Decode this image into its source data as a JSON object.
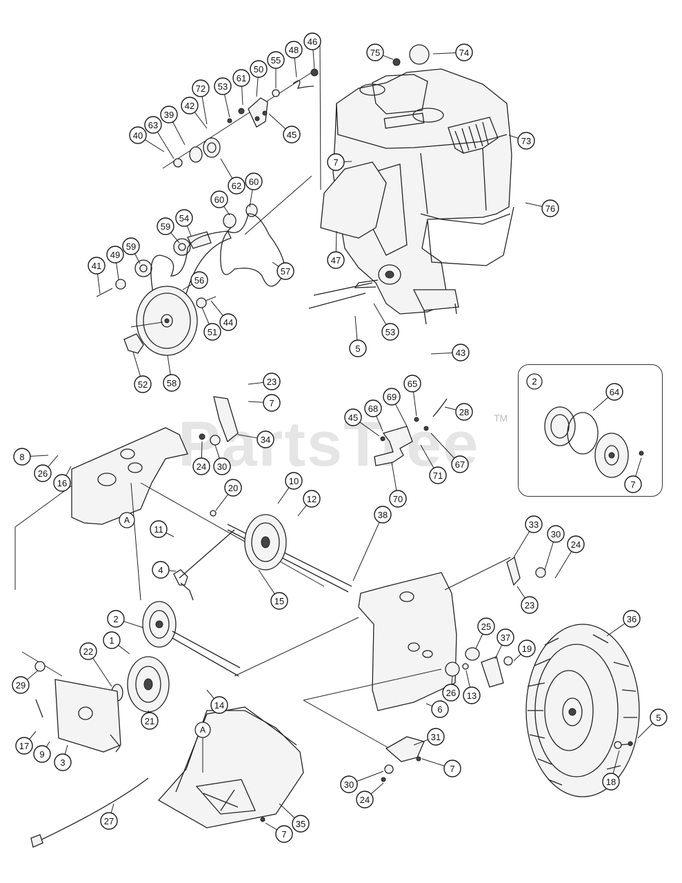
{
  "watermark": {
    "text": "PartsTree",
    "trademark": "TM"
  },
  "inset_section_marker": "2",
  "view_markers": [
    "A",
    "A"
  ],
  "callouts": [
    {
      "id": "c1",
      "label": "46"
    },
    {
      "id": "c2",
      "label": "48"
    },
    {
      "id": "c3",
      "label": "55"
    },
    {
      "id": "c4",
      "label": "50"
    },
    {
      "id": "c5",
      "label": "61"
    },
    {
      "id": "c6",
      "label": "53"
    },
    {
      "id": "c7",
      "label": "72"
    },
    {
      "id": "c8",
      "label": "42"
    },
    {
      "id": "c9",
      "label": "39"
    },
    {
      "id": "c10",
      "label": "63"
    },
    {
      "id": "c11",
      "label": "40"
    },
    {
      "id": "c12",
      "label": "45"
    },
    {
      "id": "c13",
      "label": "62"
    },
    {
      "id": "c14",
      "label": "60"
    },
    {
      "id": "c15",
      "label": "60"
    },
    {
      "id": "c16",
      "label": "54"
    },
    {
      "id": "c17",
      "label": "59"
    },
    {
      "id": "c18",
      "label": "59"
    },
    {
      "id": "c19",
      "label": "49"
    },
    {
      "id": "c20",
      "label": "41"
    },
    {
      "id": "c21",
      "label": "56"
    },
    {
      "id": "c22",
      "label": "57"
    },
    {
      "id": "c23",
      "label": "44"
    },
    {
      "id": "c24",
      "label": "51"
    },
    {
      "id": "c25",
      "label": "52"
    },
    {
      "id": "c26",
      "label": "58"
    },
    {
      "id": "c27",
      "label": "75"
    },
    {
      "id": "c28",
      "label": "74"
    },
    {
      "id": "c29",
      "label": "73"
    },
    {
      "id": "c30",
      "label": "7"
    },
    {
      "id": "c31",
      "label": "76"
    },
    {
      "id": "c32",
      "label": "47"
    },
    {
      "id": "c33",
      "label": "5"
    },
    {
      "id": "c34",
      "label": "53"
    },
    {
      "id": "c35",
      "label": "43"
    },
    {
      "id": "c36",
      "label": "23"
    },
    {
      "id": "c37",
      "label": "7"
    },
    {
      "id": "c38",
      "label": "34"
    },
    {
      "id": "c39",
      "label": "24"
    },
    {
      "id": "c40",
      "label": "30"
    },
    {
      "id": "c41",
      "label": "8"
    },
    {
      "id": "c42",
      "label": "26"
    },
    {
      "id": "c43",
      "label": "16"
    },
    {
      "id": "c44",
      "label": "20"
    },
    {
      "id": "c45",
      "label": "10"
    },
    {
      "id": "c46",
      "label": "12"
    },
    {
      "id": "c47",
      "label": "11"
    },
    {
      "id": "c48",
      "label": "4"
    },
    {
      "id": "c49",
      "label": "15"
    },
    {
      "id": "c50",
      "label": "38"
    },
    {
      "id": "c51",
      "label": "45"
    },
    {
      "id": "c52",
      "label": "68"
    },
    {
      "id": "c53",
      "label": "69"
    },
    {
      "id": "c54",
      "label": "65"
    },
    {
      "id": "c55",
      "label": "28"
    },
    {
      "id": "c56",
      "label": "67"
    },
    {
      "id": "c57",
      "label": "71"
    },
    {
      "id": "c58",
      "label": "70"
    },
    {
      "id": "c59",
      "label": "64"
    },
    {
      "id": "c60",
      "label": "7"
    },
    {
      "id": "c61",
      "label": "33"
    },
    {
      "id": "c62",
      "label": "30"
    },
    {
      "id": "c63",
      "label": "24"
    },
    {
      "id": "c64",
      "label": "23"
    },
    {
      "id": "c65",
      "label": "36"
    },
    {
      "id": "c66",
      "label": "25"
    },
    {
      "id": "c67",
      "label": "37"
    },
    {
      "id": "c68",
      "label": "19"
    },
    {
      "id": "c69",
      "label": "26"
    },
    {
      "id": "c70",
      "label": "13"
    },
    {
      "id": "c71",
      "label": "6"
    },
    {
      "id": "c72",
      "label": "5"
    },
    {
      "id": "c73",
      "label": "18"
    },
    {
      "id": "c74",
      "label": "2"
    },
    {
      "id": "c75",
      "label": "1"
    },
    {
      "id": "c76",
      "label": "22"
    },
    {
      "id": "c77",
      "label": "29"
    },
    {
      "id": "c78",
      "label": "21"
    },
    {
      "id": "c79",
      "label": "14"
    },
    {
      "id": "c80",
      "label": "17"
    },
    {
      "id": "c81",
      "label": "9"
    },
    {
      "id": "c82",
      "label": "3"
    },
    {
      "id": "c83",
      "label": "31"
    },
    {
      "id": "c84",
      "label": "7"
    },
    {
      "id": "c85",
      "label": "30"
    },
    {
      "id": "c86",
      "label": "24"
    },
    {
      "id": "c87",
      "label": "35"
    },
    {
      "id": "c88",
      "label": "7"
    },
    {
      "id": "c89",
      "label": "27"
    }
  ]
}
